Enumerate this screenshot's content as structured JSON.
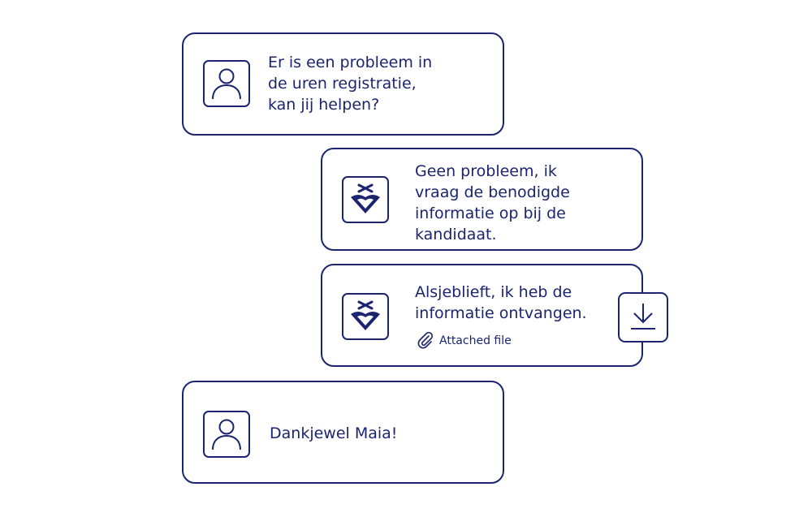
{
  "messages": [
    {
      "sender": "user",
      "avatar_icon": "user-icon",
      "text": "Er is een probleem in\nde uren registratie,\nkan jij helpen?"
    },
    {
      "sender": "maia",
      "avatar_icon": "maia-logo-icon",
      "text": "Geen probleem, ik\nvraag de benodigde\ninformatie op bij de\nkandidaat."
    },
    {
      "sender": "maia",
      "avatar_icon": "maia-logo-icon",
      "text": "Alsjeblieft, ik heb de\ninformatie ontvangen.",
      "attachment_label": "Attached file",
      "attachment_icon": "paperclip-icon",
      "action_icon": "download-icon"
    },
    {
      "sender": "user",
      "avatar_icon": "user-icon",
      "text": "Dankjewel Maia!"
    }
  ],
  "colors": {
    "primary": "#1c2470",
    "background": "#ffffff"
  }
}
